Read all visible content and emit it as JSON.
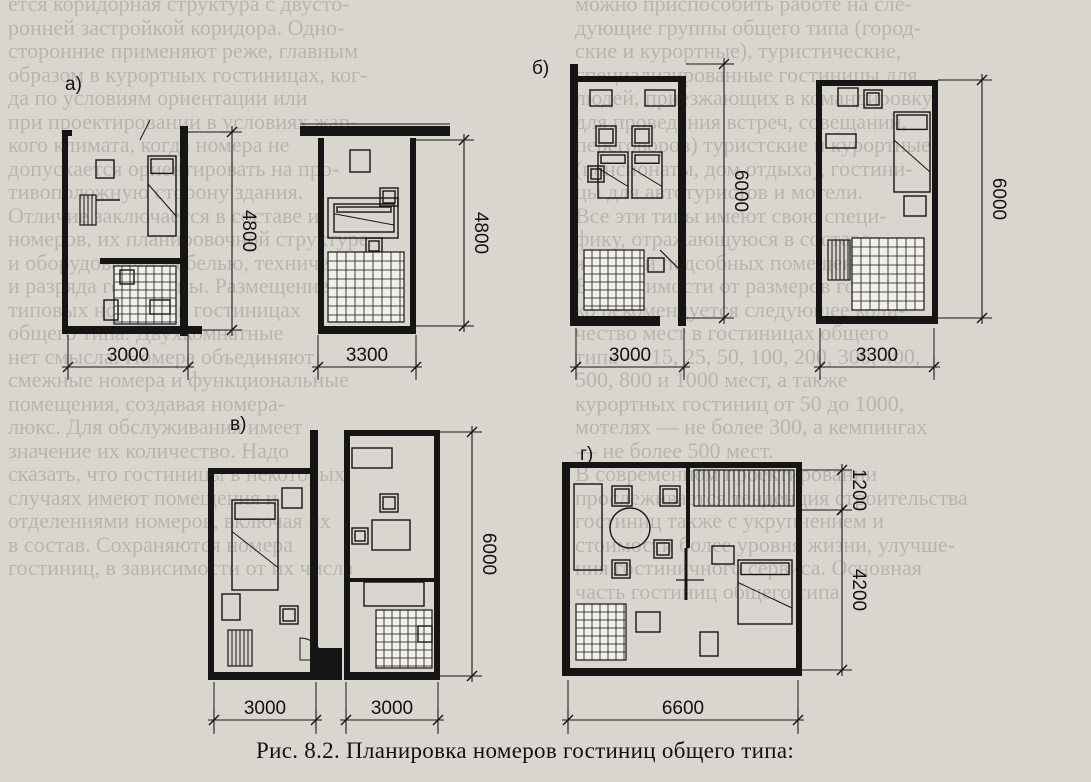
{
  "caption": "Рис. 8.2. Планировка номеров гостиниц общего типа:",
  "panels": [
    {
      "label": "а)",
      "plans": [
        {
          "width_label": "3000",
          "depth_label": "4800"
        },
        {
          "width_label": "3300",
          "depth_label": "4800"
        }
      ]
    },
    {
      "label": "б)",
      "plans": [
        {
          "width_label": "3000",
          "depth_label": "6000"
        },
        {
          "width_label": "3300",
          "depth_label": "6000"
        }
      ]
    },
    {
      "label": "в)",
      "plans": [
        {
          "width_label": "3000",
          "depth_label": "6000"
        },
        {
          "width_label": "3000"
        }
      ]
    },
    {
      "label": "г)",
      "plans": [
        {
          "width_label": "6600",
          "depth_labels": [
            "1200",
            "4200"
          ]
        }
      ]
    }
  ],
  "background_text": {
    "left_column": [
      "ется коридорная структура с двусто-",
      "ронней застройкой коридора. Одно-",
      "сторонние применяют реже, главным",
      "образом в курортных гостиницах, ког-",
      "да по условиям ориентации или",
      "при проектировании в условиях жар-",
      "кого климата, когда номера не",
      "допускается ориентировать на про-",
      "тивоположную сторону здания.",
      "Отличие заключается в составе и",
      "номеров, их планировочной структуре",
      "и оборудовании мебелью, техническими",
      "и разряда гостиницы. Размещение",
      "типовых номеров в гостиницах",
      "общего типа. Двухкомнатные",
      "нет смысла. Номера объединяют",
      "смежные номера и функциональные",
      "помещения, создавая номера-",
      "люкс. Для обслуживания имеет",
      "значение их количество. Надо",
      "сказать, что гостиницы в некоторых",
      "случаях имеют помещения и",
      "отделениями номеров, включая их",
      "в состав. Сохраняются номера",
      "гостиниц, в зависимости от их числа"
    ],
    "right_column": [
      "можно приспособить работе на сле-",
      "дующие группы общего типа (город-",
      "ские и курортные), туристические,",
      "специализированные гостиницы для",
      "людей, приезжающих в командировку",
      "для проведения встреч, совещаний,",
      "переговоров) туристские и курортные",
      "(пансионаты, дом отдыха), гостини-",
      "цы для автотуристов и мотели.",
      "Все эти типы имеют свою специ-",
      "фику, отражающуюся в составе",
      "жилых и подсобных помещений.",
      "В зависимости от размеров гостиниц",
      "ко рекомендуется следующее коли-",
      "чество мест в гостиницах общего",
      "типа — 15, 25, 50, 100, 200, 300, 400,",
      "500, 800 и 1000 мест, а также",
      "курортных гостиниц от 50 до 1000,",
      "мотелях — не более 300, а кемпингах",
      "— не более 500 мест.",
      "В современном проектировании",
      "прослеживается тенденция строительства",
      "гостиниц также с укрупнением и",
      "стоимости более уровня жизни, улучше-",
      "ния гостиничного сервиса. Основная",
      "часть гостиниц общего типа"
    ],
    "middle_column": [
      "",
      "",
      "",
      "",
      "",
      "",
      "",
      "",
      "",
      "",
      "",
      "",
      "",
      "",
      "",
      "",
      "",
      "",
      "",
      "",
      "",
      "",
      "",
      "",
      ""
    ]
  }
}
